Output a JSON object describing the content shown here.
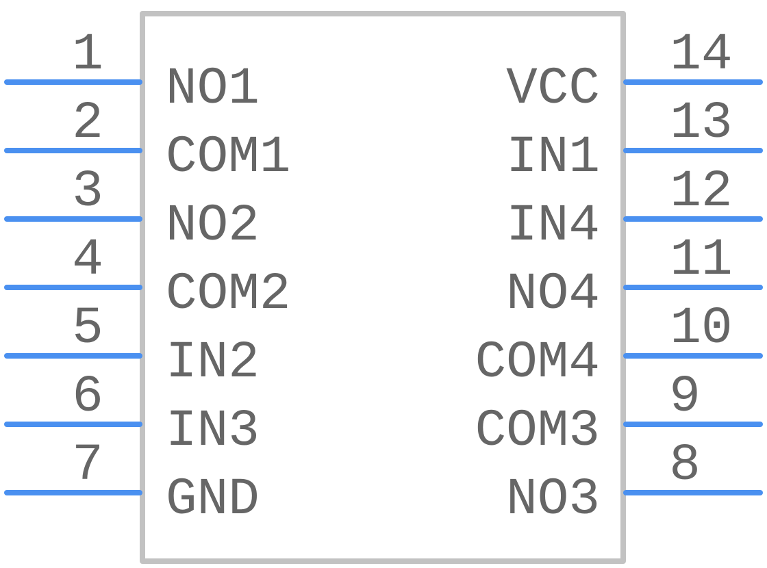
{
  "colors": {
    "body_outline": "#c2c2c2",
    "pin_line": "#4a90f0",
    "text": "#666666"
  },
  "left_pins": [
    {
      "number": "1",
      "name": "NO1"
    },
    {
      "number": "2",
      "name": "COM1"
    },
    {
      "number": "3",
      "name": "NO2"
    },
    {
      "number": "4",
      "name": "COM2"
    },
    {
      "number": "5",
      "name": "IN2"
    },
    {
      "number": "6",
      "name": "IN3"
    },
    {
      "number": "7",
      "name": "GND"
    }
  ],
  "right_pins": [
    {
      "number": "14",
      "name": "VCC"
    },
    {
      "number": "13",
      "name": "IN1"
    },
    {
      "number": "12",
      "name": "IN4"
    },
    {
      "number": "11",
      "name": "NO4"
    },
    {
      "number": "10",
      "name": "COM4"
    },
    {
      "number": "9",
      "name": "COM3"
    },
    {
      "number": "8",
      "name": "NO3"
    }
  ]
}
